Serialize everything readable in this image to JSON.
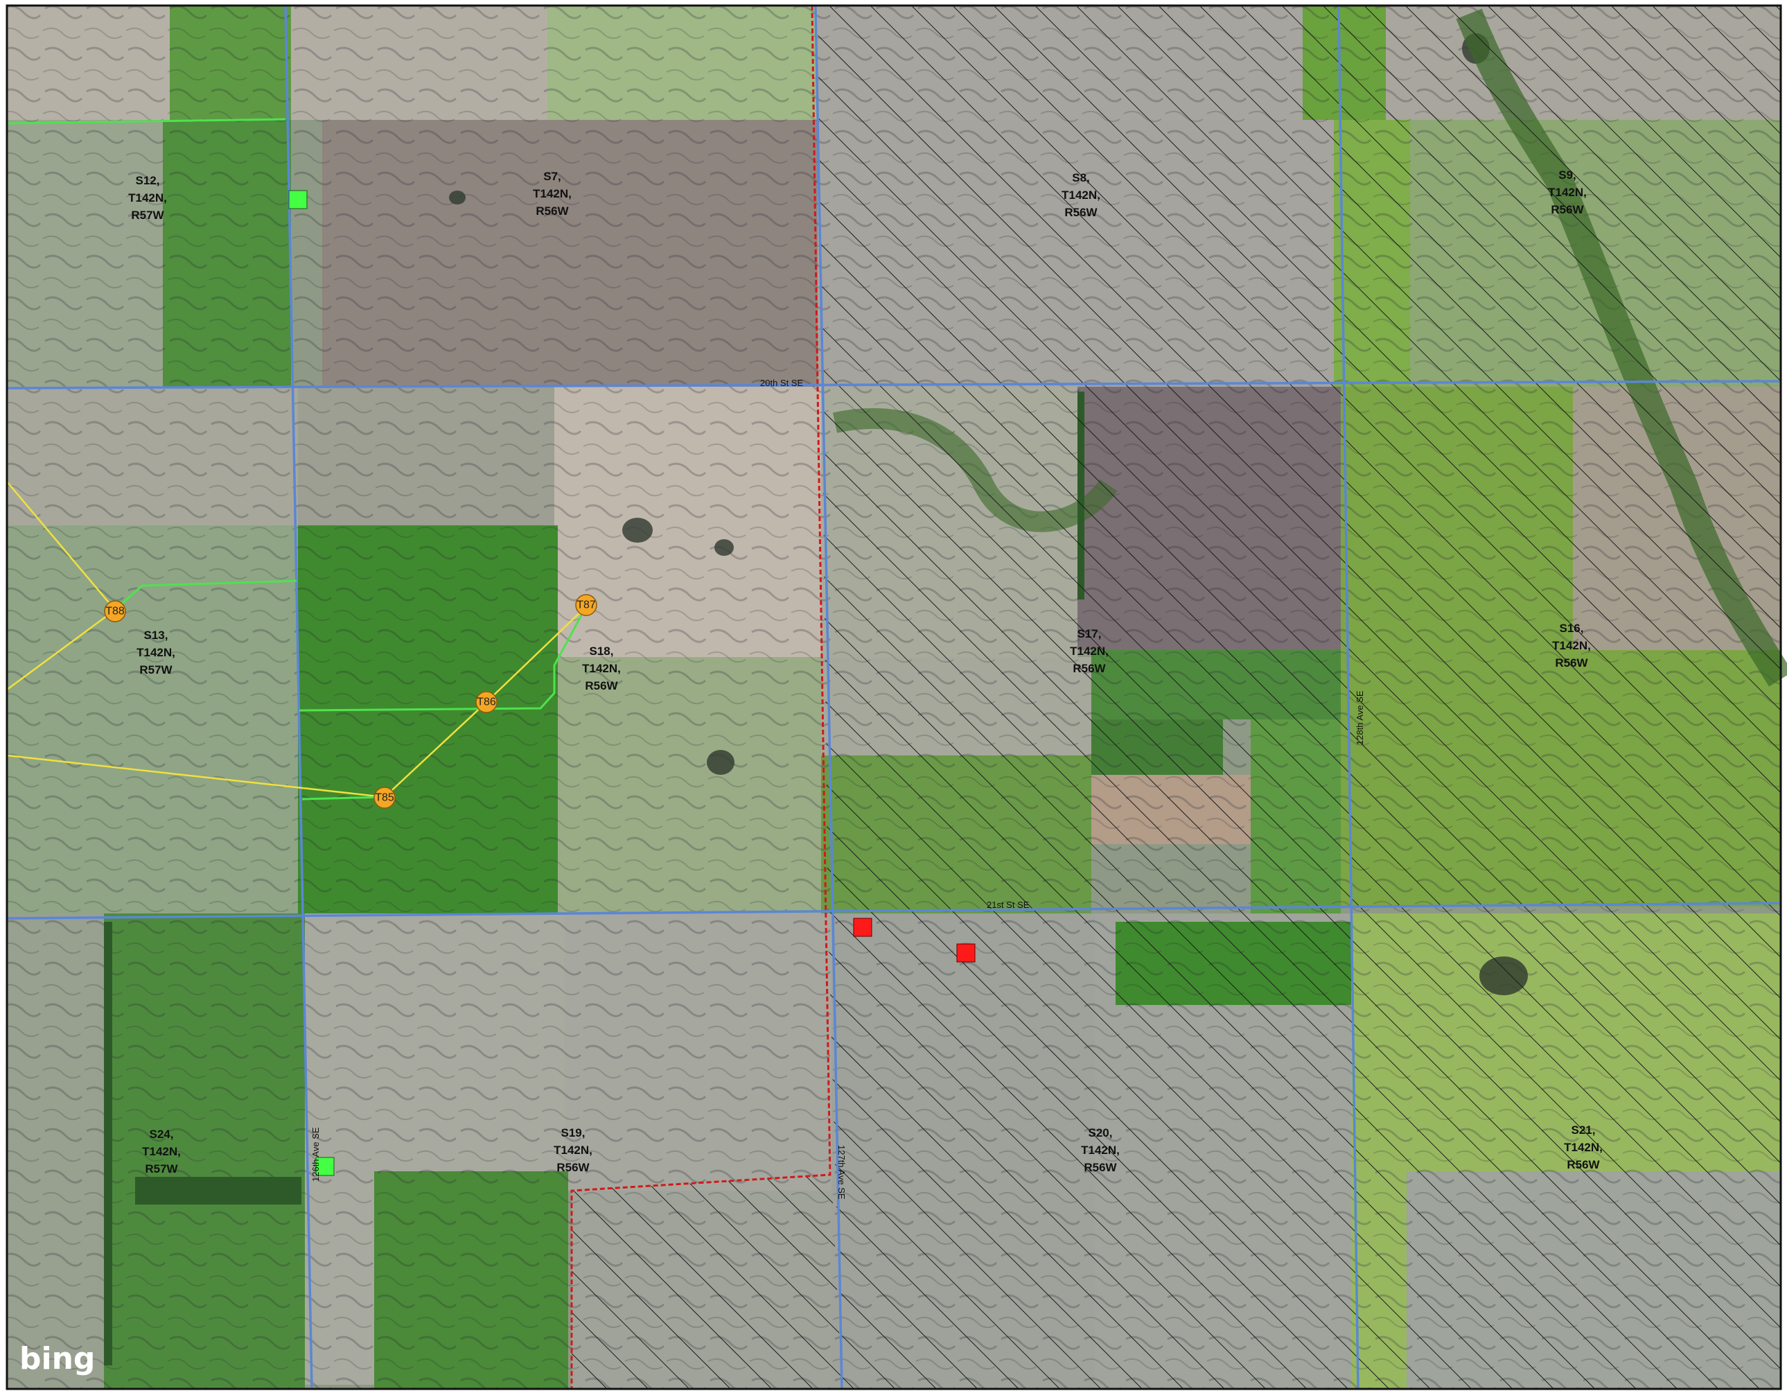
{
  "map": {
    "provider_logo": "bing",
    "legend_colors": {
      "road": "#5b86d6",
      "project_boundary": "#d01a1a",
      "collection_line": "#4fe24f",
      "transmission_line": "#f0e040",
      "turbine_fill": "#f5a623",
      "substation": "#ff1a1a",
      "met_tower": "#44ff44",
      "hatch": "#1a1a1a"
    },
    "sections": [
      {
        "id": "s12",
        "lines": [
          "S12,",
          "T142N,",
          "R57W"
        ]
      },
      {
        "id": "s7",
        "lines": [
          "S7,",
          "T142N,",
          "R56W"
        ]
      },
      {
        "id": "s8",
        "lines": [
          "S8,",
          "T142N,",
          "R56W"
        ]
      },
      {
        "id": "s9",
        "lines": [
          "S9,",
          "T142N,",
          "R56W"
        ]
      },
      {
        "id": "s13",
        "lines": [
          "S13,",
          "T142N,",
          "R57W"
        ]
      },
      {
        "id": "s18",
        "lines": [
          "S18,",
          "T142N,",
          "R56W"
        ]
      },
      {
        "id": "s17",
        "lines": [
          "S17,",
          "T142N,",
          "R56W"
        ]
      },
      {
        "id": "s16",
        "lines": [
          "S16,",
          "T142N,",
          "R56W"
        ]
      },
      {
        "id": "s24",
        "lines": [
          "S24,",
          "T142N,",
          "R57W"
        ]
      },
      {
        "id": "s19",
        "lines": [
          "S19,",
          "T142N,",
          "R56W"
        ]
      },
      {
        "id": "s20",
        "lines": [
          "S20,",
          "T142N,",
          "R56W"
        ]
      },
      {
        "id": "s21",
        "lines": [
          "S21,",
          "T142N,",
          "R56W"
        ]
      }
    ],
    "roads": {
      "st20": "20th St SE",
      "st21": "21st St SE",
      "ave126": "126th Ave SE",
      "ave127": "127th Ave SE",
      "ave128": "128th Ave SE"
    },
    "turbines": [
      "T88",
      "T87",
      "T86",
      "T85"
    ]
  }
}
